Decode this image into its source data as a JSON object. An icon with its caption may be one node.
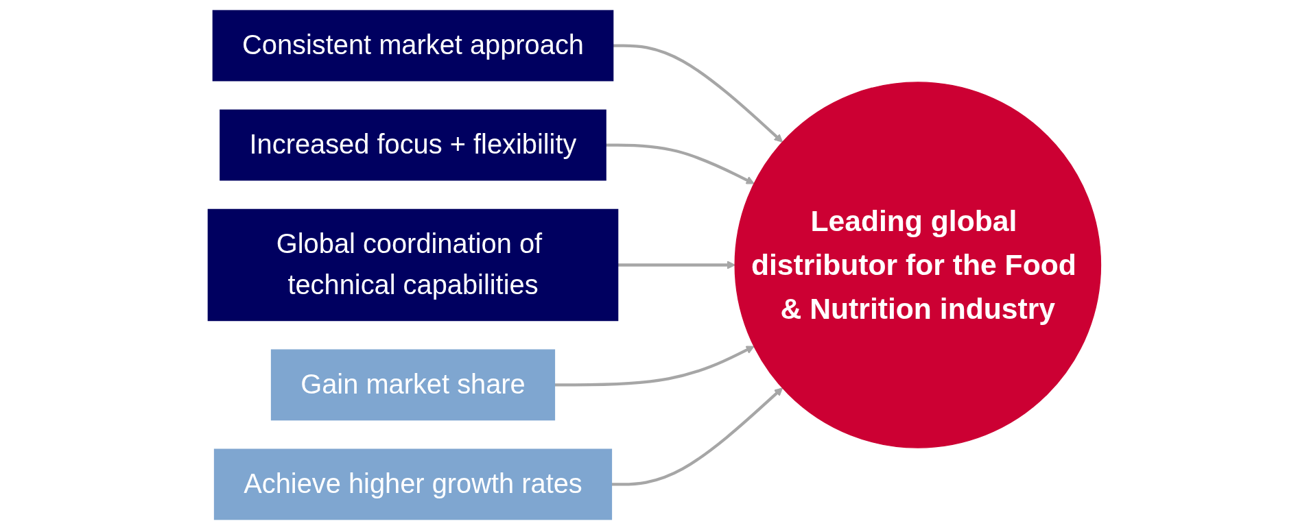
{
  "diagram": {
    "nodes": [
      {
        "text": [
          "Consistent market approach"
        ]
      },
      {
        "text": [
          "Increased focus + flexibility"
        ]
      },
      {
        "text": [
          "Global coordination of technical capabilities"
        ]
      },
      {
        "text": [
          "Gain market share"
        ]
      },
      {
        "text": [
          "Achieve higher growth rates"
        ]
      },
      {
        "text": [
          "Leading global distributor for the Food & Nutrition industry"
        ]
      }
    ],
    "edges": [
      {
        "from": 0,
        "to": 5,
        "arrow": "to"
      },
      {
        "from": 1,
        "to": 5,
        "arrow": "to"
      },
      {
        "from": 2,
        "to": 5,
        "arrow": "to"
      },
      {
        "from": 3,
        "to": 5,
        "arrow": "to"
      },
      {
        "from": 4,
        "to": 5,
        "arrow": "to"
      }
    ]
  }
}
